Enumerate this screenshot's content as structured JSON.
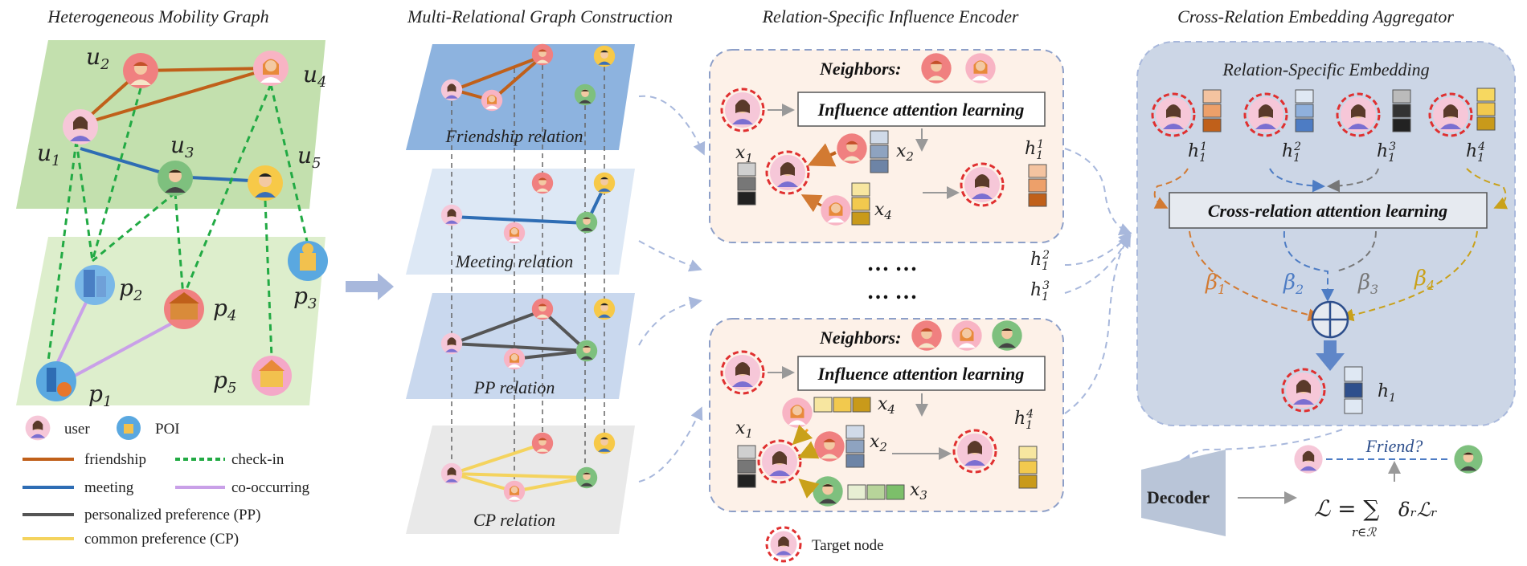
{
  "titles": {
    "s1": "Heterogeneous Mobility Graph",
    "s2": "Multi-Relational Graph Construction",
    "s3": "Relation-Specific Influence Encoder",
    "s4": "Cross-Relation Embedding Aggregator"
  },
  "graph": {
    "users": [
      {
        "id": "u1",
        "base": "u",
        "sub": "1"
      },
      {
        "id": "u2",
        "base": "u",
        "sub": "2"
      },
      {
        "id": "u3",
        "base": "u",
        "sub": "3"
      },
      {
        "id": "u4",
        "base": "u",
        "sub": "4"
      },
      {
        "id": "u5",
        "base": "u",
        "sub": "5"
      }
    ],
    "pois": [
      {
        "id": "p1",
        "base": "p",
        "sub": "1"
      },
      {
        "id": "p2",
        "base": "p",
        "sub": "2"
      },
      {
        "id": "p3",
        "base": "p",
        "sub": "3"
      },
      {
        "id": "p4",
        "base": "p",
        "sub": "4"
      },
      {
        "id": "p5",
        "base": "p",
        "sub": "5"
      }
    ]
  },
  "legend": {
    "user": "user",
    "poi": "POI",
    "friendship": "friendship",
    "checkin": "check-in",
    "meeting": "meeting",
    "cooccur": "co-occurring",
    "pp": "personalized preference (PP)",
    "cp": "common preference (CP)"
  },
  "relations": {
    "friendship": "Friendship relation",
    "meeting": "Meeting relation",
    "pp": "PP relation",
    "cp": "CP relation"
  },
  "encoder": {
    "neighbors1": "Neighbors:",
    "neighbors2": "Neighbors:",
    "attn1": "Influence attention learning",
    "attn2": "Influence attention learning",
    "dots1": "… …",
    "dots2": "… …",
    "target_node": "Target node"
  },
  "aggregator": {
    "rse": "Relation-Specific Embedding",
    "cross_attn": "Cross-relation attention learning",
    "decoder": "Decoder",
    "friend_q": "Friend?",
    "loss_lhs": "ℒ = ∑",
    "loss_term": "δᵣℒᵣ",
    "loss_sub": "r∈ℛ"
  },
  "colors": {
    "friendship": "#c0601a",
    "meeting": "#2e6db4",
    "checkin": "#22aa44",
    "cooccur": "#c9a0e8",
    "pp": "#555555",
    "cp": "#f4d35e",
    "beta1": "#d27a32",
    "beta2": "#4d7cc4",
    "beta3": "#777777",
    "beta4": "#c9a11a"
  }
}
